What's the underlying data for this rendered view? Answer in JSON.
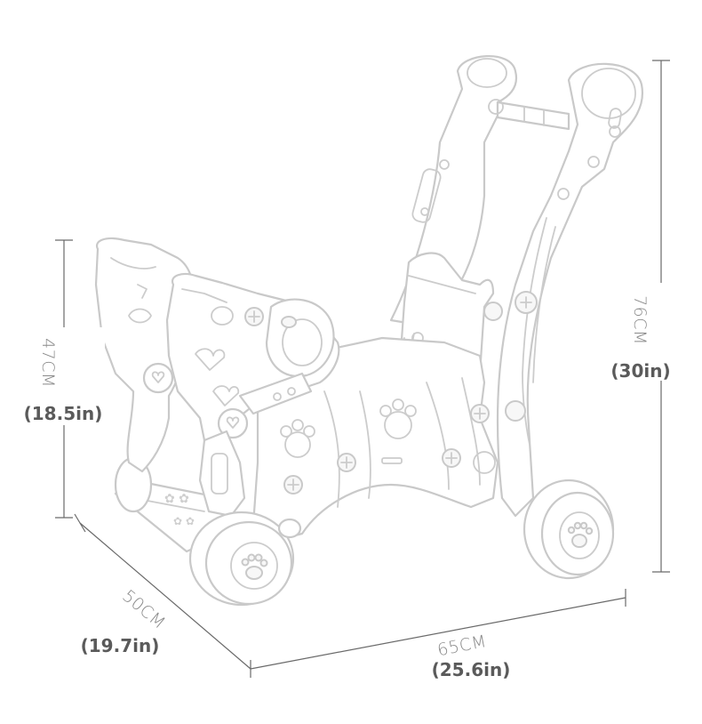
{
  "dimensions": {
    "height_right": {
      "cm": "76CM",
      "in": "(30in)"
    },
    "height_left": {
      "cm": "47CM",
      "in": "(18.5in)"
    },
    "depth": {
      "cm": "50CM",
      "in": "(19.7in)"
    },
    "width": {
      "cm": "65CM",
      "in": "(25.6in)"
    }
  }
}
